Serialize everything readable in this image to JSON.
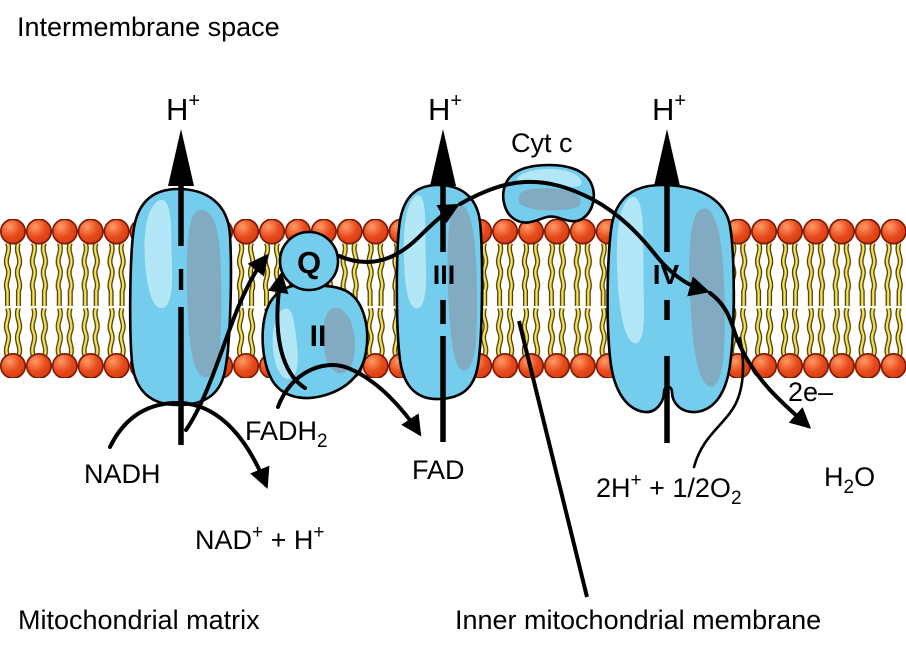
{
  "regions": {
    "intermembrane_space": "Intermembrane space",
    "mitochondrial_matrix": "Mitochondrial matrix",
    "inner_membrane": "Inner mitochondrial membrane"
  },
  "complexes": {
    "i": "I",
    "ii": "II",
    "iii": "III",
    "iv": "IV",
    "ubiquinone": "Q",
    "cytochrome_c": "Cyt c"
  },
  "proton": {
    "base": "H",
    "sup": "+"
  },
  "molecules": {
    "nadh": "NADH",
    "nad_plus_h": {
      "p1": "NAD",
      "s1": "+",
      "p2": " + H",
      "s2": "+"
    },
    "fadh2": {
      "base": "FADH",
      "sub": "2"
    },
    "fad": "FAD",
    "oxygen": {
      "p1": "2H",
      "s1": "+",
      "p2": " + 1/2O",
      "sub": "2"
    },
    "water": {
      "p1": "H",
      "sub": "2",
      "p2": "O"
    },
    "electrons": "2e–"
  },
  "colors": {
    "background": "#ffffff",
    "complex_fill": "#74cdec",
    "complex_highlight": "#b3e6f7",
    "complex_shadow": "#82aac0",
    "lipid_head": "#e84b1c",
    "lipid_head_stroke": "#7a1500",
    "lipid_tail": "#f2e25c",
    "lipid_tail_stroke": "#4f3c00",
    "line": "#000000"
  }
}
